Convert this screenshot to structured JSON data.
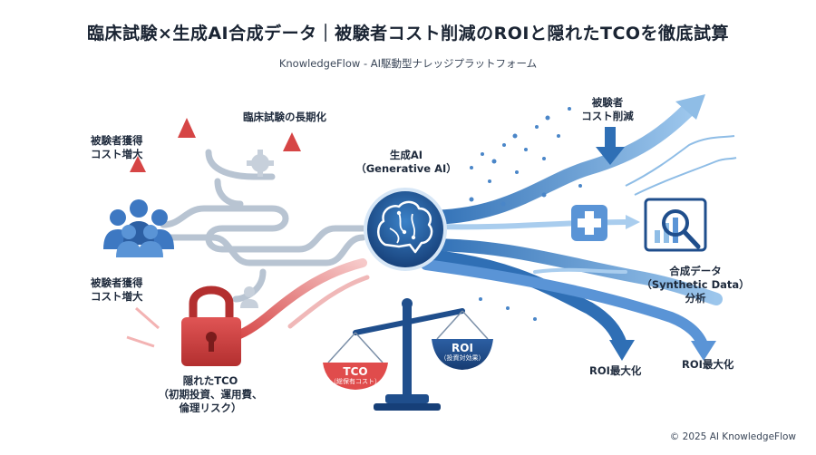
{
  "header": {
    "title": "臨床試験×生成AI合成データ｜被験者コスト削減のROIと隠れたTCOを徹底試算",
    "subtitle": "KnowledgeFlow - AI駆動型ナレッジプラットフォーム"
  },
  "labels": {
    "recruit_top": [
      "被験者獲得",
      "コスト増大"
    ],
    "recruit_bottom": [
      "被験者獲得",
      "コスト増大"
    ],
    "trial_longer": "臨床試験の長期化",
    "gen_ai": [
      "生成AI",
      "（Generative AI）"
    ],
    "subject_cost_cut": [
      "被験者",
      "コスト削減"
    ],
    "synthetic_analysis": [
      "合成データ",
      "（Synthetic Data）",
      "分析"
    ],
    "hidden_tco": [
      "隠れたTCO",
      "（初期投資、運用費、",
      "倫理リスク）"
    ],
    "roi_max_1": "ROI最大化",
    "roi_max_2": "ROI最大化"
  },
  "scale": {
    "left_pan": {
      "title": "TCO",
      "sub": "（総保有コスト）"
    },
    "right_pan": {
      "title": "ROI",
      "sub": "（投資対効果）"
    }
  },
  "footer": {
    "copyright": "© 2025 AI KnowledgeFlow"
  },
  "colors": {
    "navy": "#1f4e8c",
    "blue": "#2f6fb5",
    "light_blue": "#8fbde6",
    "red": "#d64545",
    "light_red": "#f3b3b3",
    "gray_pipe": "#b8c4d2"
  }
}
